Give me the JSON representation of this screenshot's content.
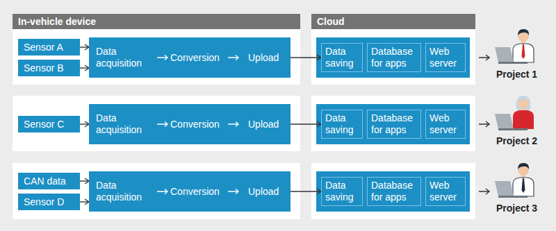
{
  "diagram": {
    "nodes": [
      {
        "text": [
          "In-vehicle device"
        ]
      },
      {
        "text": [
          "Cloud"
        ]
      },
      {
        "text": [
          "Sensor A"
        ]
      },
      {
        "text": [
          "Sensor B"
        ]
      },
      {
        "text": [
          "Data acquisition",
          "Conversion",
          "Upload"
        ]
      },
      {
        "text": [
          "Data saving"
        ]
      },
      {
        "text": [
          "Database for apps"
        ]
      },
      {
        "text": [
          "Web server"
        ]
      },
      {
        "text": [
          "Sensor C"
        ]
      },
      {
        "text": [
          "Data acquisition",
          "Conversion",
          "Upload"
        ]
      },
      {
        "text": [
          "Data saving"
        ]
      },
      {
        "text": [
          "Database for apps"
        ]
      },
      {
        "text": [
          "Web server"
        ]
      },
      {
        "text": [
          "CAN data"
        ]
      },
      {
        "text": [
          "Sensor D"
        ]
      },
      {
        "text": [
          "Data acquisition",
          "Conversion",
          "Upload"
        ]
      },
      {
        "text": [
          "Data saving"
        ]
      },
      {
        "text": [
          "Database for apps"
        ]
      },
      {
        "text": [
          "Web server"
        ]
      }
    ],
    "edges": [
      {
        "from": 2,
        "to": 4,
        "arrow": "to"
      },
      {
        "from": 3,
        "to": 4,
        "arrow": "to"
      },
      {
        "from": 4,
        "to": 5,
        "arrow": "to"
      },
      {
        "from": 8,
        "to": 9,
        "arrow": "to"
      },
      {
        "from": 9,
        "to": 10,
        "arrow": "to"
      },
      {
        "from": 13,
        "to": 15,
        "arrow": "to"
      },
      {
        "from": 14,
        "to": 15,
        "arrow": "to"
      },
      {
        "from": 15,
        "to": 16,
        "arrow": "to"
      }
    ],
    "labels": [
      "Project 1",
      "Project 2",
      "Project 3"
    ]
  }
}
